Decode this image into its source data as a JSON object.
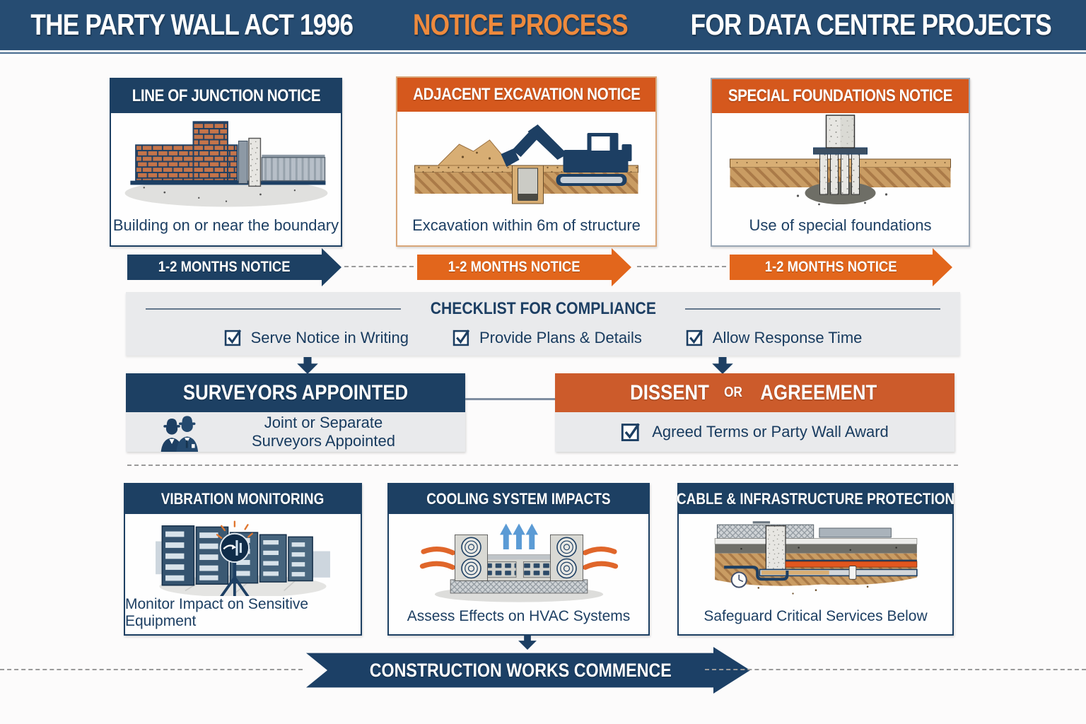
{
  "header": {
    "title_part1": "THE PARTY WALL ACT 1996",
    "title_highlight": "NOTICE PROCESS",
    "title_part2": "FOR DATA CENTRE PROJECTS"
  },
  "colors": {
    "navy": "#1d4063",
    "header_band_navy": "#264c72",
    "card_orange": "#d5581d",
    "arrow_orange": "#e2661c",
    "dissent_orange": "#cc5b2b",
    "title_highlight_orange": "#ee8a3d",
    "panel_gray": "#e9eaec"
  },
  "notice_cards": [
    {
      "title": "LINE OF JUNCTION NOTICE",
      "caption": "Building on or near the boundary",
      "icon": "brick-wall-boundary"
    },
    {
      "title": "ADJACENT EXCAVATION NOTICE",
      "caption": "Excavation within 6m of structure",
      "icon": "excavator-trench"
    },
    {
      "title": "SPECIAL FOUNDATIONS NOTICE",
      "caption": "Use of special foundations",
      "icon": "piled-foundation"
    }
  ],
  "notice_arrows": [
    {
      "label": "1-2 MONTHS NOTICE",
      "color": "navy"
    },
    {
      "label": "1-2 MONTHS NOTICE",
      "color": "orange"
    },
    {
      "label": "1-2 MONTHS NOTICE",
      "color": "orange"
    }
  ],
  "checklist": {
    "title": "CHECKLIST FOR COMPLIANCE",
    "items": [
      "Serve Notice in Writing",
      "Provide Plans & Details",
      "Allow Response Time"
    ]
  },
  "decision_boxes": [
    {
      "title": "SURVEYORS APPOINTED",
      "body": "Joint or Separate Surveyors Appointed",
      "icon": "surveyors"
    },
    {
      "title_main1": "DISSENT",
      "title_small": "or",
      "title_main2": "AGREEMENT",
      "body": "Agreed Terms or Party Wall Award",
      "icon": "checkbox"
    }
  ],
  "impact_cards": [
    {
      "title": "VIBRATION MONITORING",
      "caption": "Monitor Impact on Sensitive Equipment",
      "icon": "server-racks-sensor"
    },
    {
      "title": "COOLING SYSTEM IMPACTS",
      "caption": "Assess Effects on HVAC Systems",
      "icon": "hvac-units"
    },
    {
      "title": "CABLE & INFRASTRUCTURE PROTECTION",
      "caption": "Safeguard Critical Services Below",
      "icon": "buried-cables"
    }
  ],
  "final_banner": {
    "label": "CONSTRUCTION WORKS COMMENCE"
  }
}
